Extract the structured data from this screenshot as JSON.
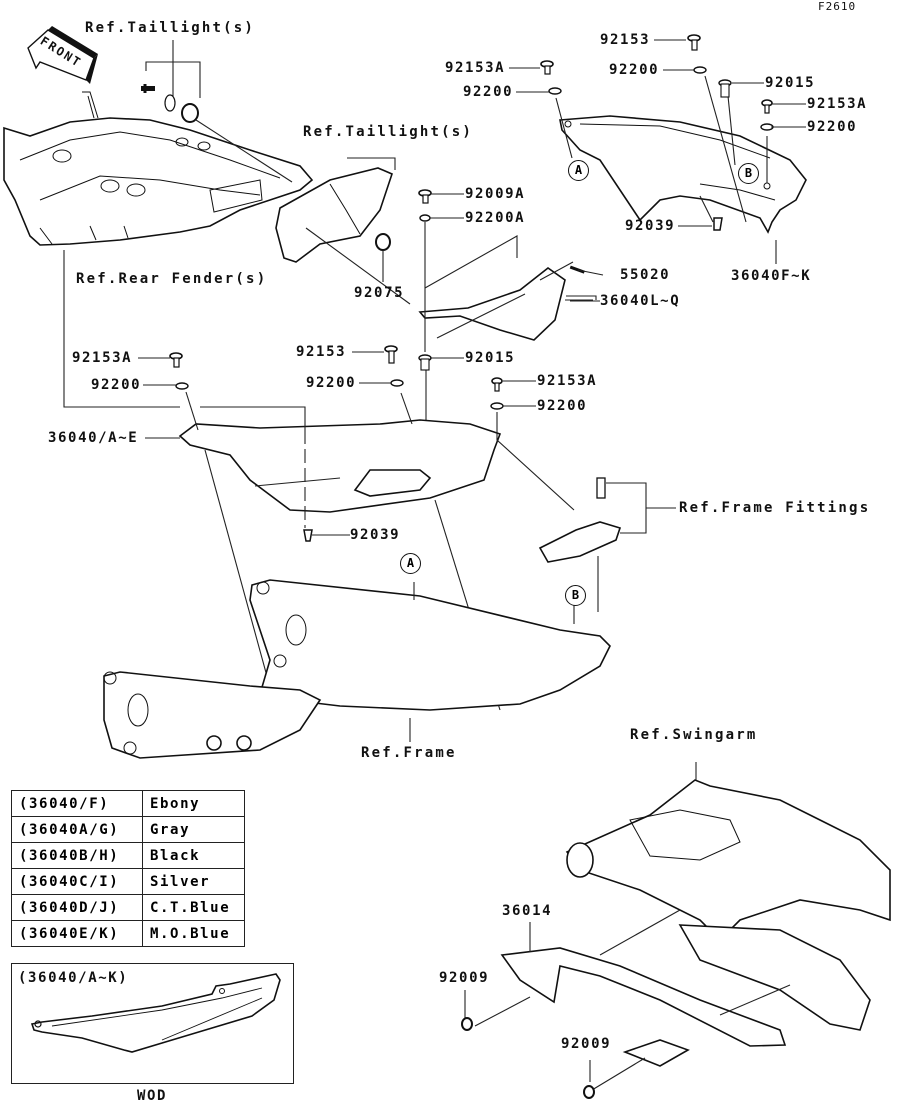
{
  "diagram_code": "F2610",
  "front_marker": "FRONT",
  "references": {
    "taillight_top": "Ref.Taillight(s)",
    "taillight_mid": "Ref.Taillight(s)",
    "rear_fender": "Ref.Rear Fender(s)",
    "frame_fittings": "Ref.Frame Fittings",
    "frame": "Ref.Frame",
    "swingarm": "Ref.Swingarm"
  },
  "callouts": {
    "A": "A",
    "B": "B"
  },
  "part_labels": [
    {
      "id": "p1",
      "text": "92153"
    },
    {
      "id": "p2",
      "text": "92153A"
    },
    {
      "id": "p3",
      "text": "92200"
    },
    {
      "id": "p4",
      "text": "92200"
    },
    {
      "id": "p5",
      "text": "92015"
    },
    {
      "id": "p6",
      "text": "92153A"
    },
    {
      "id": "p7",
      "text": "92200"
    },
    {
      "id": "p8",
      "text": "92039"
    },
    {
      "id": "p9",
      "text": "36040F~K"
    },
    {
      "id": "p10",
      "text": "92009A"
    },
    {
      "id": "p11",
      "text": "92200A"
    },
    {
      "id": "p12",
      "text": "55020"
    },
    {
      "id": "p13",
      "text": "36040L~Q"
    },
    {
      "id": "p14",
      "text": "92075"
    },
    {
      "id": "p15",
      "text": "92153A"
    },
    {
      "id": "p16",
      "text": "92200"
    },
    {
      "id": "p17",
      "text": "92153"
    },
    {
      "id": "p18",
      "text": "92200"
    },
    {
      "id": "p19",
      "text": "92015"
    },
    {
      "id": "p20",
      "text": "92153A"
    },
    {
      "id": "p21",
      "text": "92200"
    },
    {
      "id": "p22",
      "text": "36040/A~E"
    },
    {
      "id": "p23",
      "text": "92039"
    },
    {
      "id": "p24",
      "text": "36014"
    },
    {
      "id": "p25",
      "text": "92009"
    },
    {
      "id": "p26",
      "text": "92009"
    }
  ],
  "color_table": [
    {
      "code": "(36040/F)",
      "color": "Ebony"
    },
    {
      "code": "(36040A/G)",
      "color": "Gray"
    },
    {
      "code": "(36040B/H)",
      "color": "Black"
    },
    {
      "code": "(36040C/I)",
      "color": "Silver"
    },
    {
      "code": "(36040D/J)",
      "color": "C.T.Blue"
    },
    {
      "code": "(36040E/K)",
      "color": "M.O.Blue"
    }
  ],
  "inset": {
    "title": "(36040/A~K)",
    "caption": "WOD"
  }
}
